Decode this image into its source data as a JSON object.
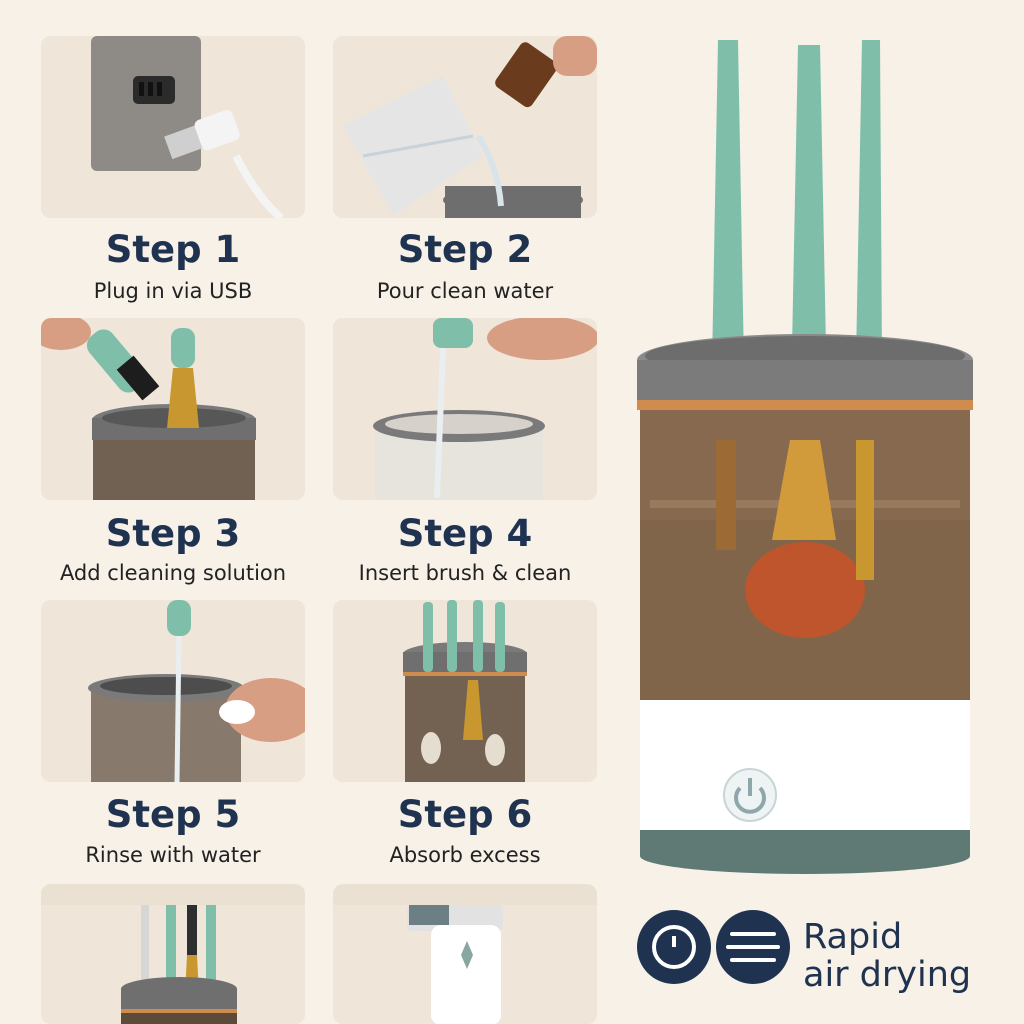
{
  "steps": [
    {
      "title": "Step 1",
      "subtitle": "Plug in via USB"
    },
    {
      "title": "Step 2",
      "subtitle": "Pour clean water"
    },
    {
      "title": "Step 3",
      "subtitle": "Add cleaning solution"
    },
    {
      "title": "Step 4",
      "subtitle": "Insert brush & clean"
    },
    {
      "title": "Step 5",
      "subtitle": "Rinse with water"
    },
    {
      "title": "Step 6",
      "subtitle": "Absorb excess"
    }
  ],
  "feature": {
    "line1": "Rapid",
    "line2": "air drying"
  },
  "icons": [
    "timer-icon",
    "airflow-icon",
    "power-icon"
  ],
  "colors": {
    "brand_navy": "#1f3350",
    "mint": "#7fbfa9",
    "copper": "#d08b4f",
    "background": "#f7f1e8"
  }
}
